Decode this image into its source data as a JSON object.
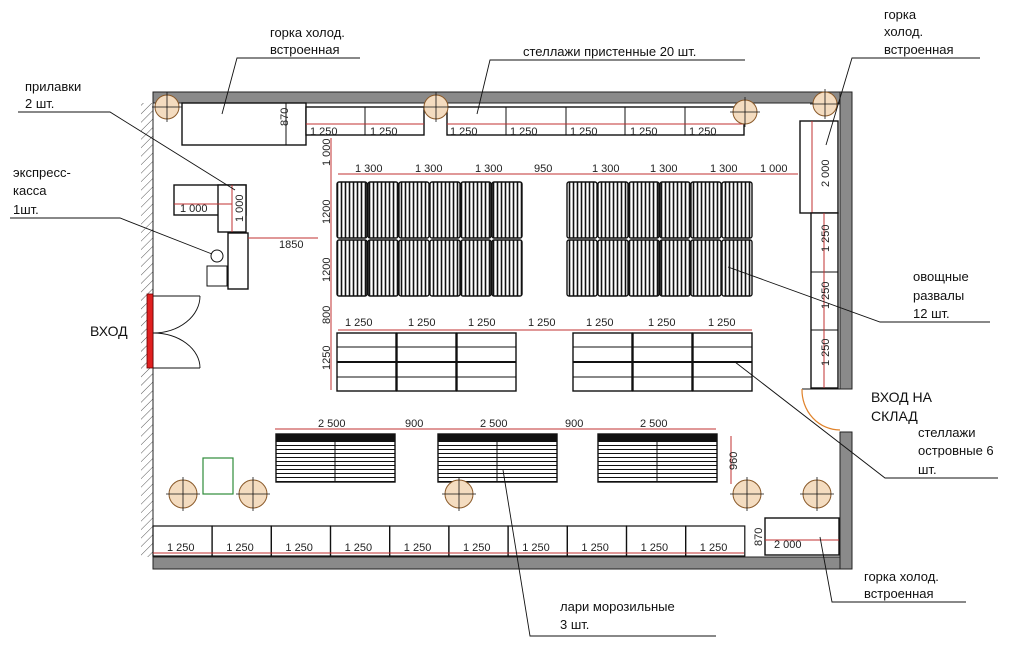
{
  "labels": {
    "gorka_top": [
      "горка холод.",
      "встроенная"
    ],
    "stellazhi_wall": "стеллажи пристенные 20 шт.",
    "gorka_tr": [
      "горка",
      "холод.",
      "встроенная"
    ],
    "prilavki": [
      "прилавки",
      "2 шт."
    ],
    "kassa": [
      "экспресс-",
      "касса",
      "1шт."
    ],
    "vhod": "ВХОД",
    "ovosh": [
      "овощные",
      "развалы",
      "12 шт."
    ],
    "vhod_sklad": [
      "ВХОД НА",
      "СКЛАД"
    ],
    "stellazhi_island": [
      "стеллажи",
      "островные 6",
      "шт."
    ],
    "gorka_br": [
      "горка холод.",
      "встроенная"
    ],
    "lari": [
      "лари морозильные",
      "3 шт."
    ]
  },
  "dims": {
    "d870_top": "870",
    "top_shelves": [
      "1 250",
      "1 250",
      "1 250",
      "1 250",
      "1 250",
      "1 250",
      "1 250"
    ],
    "left_counter_w": "1 000",
    "left_counter_h": "1 000",
    "d1850": "1850",
    "veg_row": [
      "1 300",
      "1 300",
      "1 300",
      "950",
      "1 300",
      "1 300",
      "1 300",
      "1 000"
    ],
    "v1000": "1 000",
    "v1200a": "1200",
    "v1200b": "1200",
    "v800": "800",
    "v1250": "1250",
    "island_row": [
      "1 250",
      "1 250",
      "1 250",
      "1 250",
      "1 250",
      "1 250",
      "1 250"
    ],
    "right_wall": [
      "2 000",
      "1 250",
      "1 250",
      "1 250"
    ],
    "freezer_row": [
      "2 500",
      "900",
      "2 500",
      "900",
      "2 500"
    ],
    "d960": "960",
    "bottom_shelves": [
      "1 250",
      "1 250",
      "1 250",
      "1 250",
      "1 250",
      "1 250",
      "1 250",
      "1 250",
      "1 250",
      "1 250"
    ],
    "d870_bottom": "870",
    "d2000_bottom": "2 000"
  }
}
